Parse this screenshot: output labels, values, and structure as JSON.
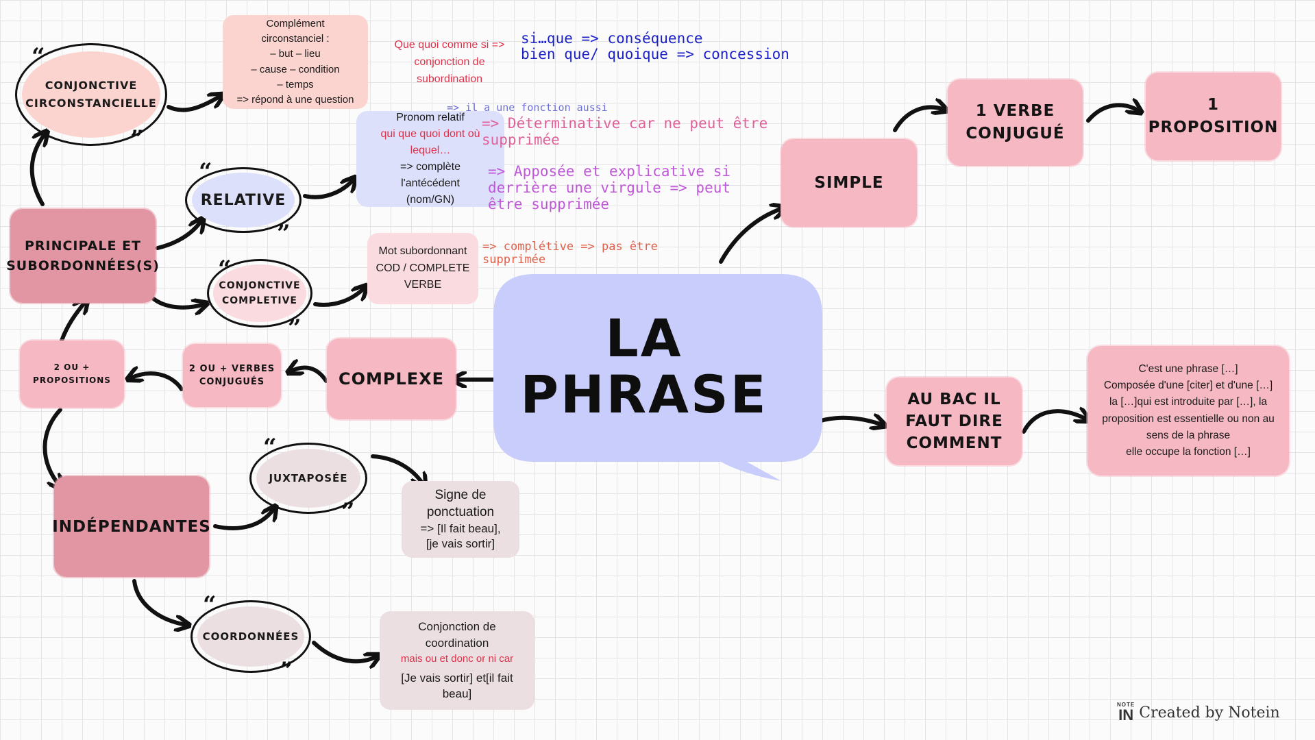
{
  "center": {
    "line1": "LA",
    "line2": "PHRASE",
    "color": "#c9cdfb"
  },
  "nodes": {
    "principale": {
      "line1": "PRINCIPALE ET",
      "line2": "SUBORDONNÉES(S)"
    },
    "complexe": "COMPLEXE",
    "deux_verbes": {
      "line1": "2 OU + VERBES",
      "line2": "CONJUGUÉS"
    },
    "deux_props": {
      "line1": "2 OU +",
      "line2": "PROPOSITIONS"
    },
    "independantes": "INDÉPENDANTES",
    "simple": "SIMPLE",
    "un_verbe": {
      "line1": "1 VERBE",
      "line2": "CONJUGUÉ"
    },
    "une_prop": {
      "line1": "1",
      "line2": "PROPOSITION"
    },
    "bac": {
      "line1": "AU BAC IL",
      "line2": "FAUT DIRE",
      "line3": "COMMENT"
    }
  },
  "ellipses": {
    "circonstancielle": {
      "line1": "CONJONCTIVE",
      "line2": "CIRCONSTANCIELLE"
    },
    "relative": "RELATIVE",
    "completive": {
      "line1": "CONJONCTIVE",
      "line2": "COMPLETIVE"
    },
    "juxtaposee": "JUXTAPOSÉE",
    "coordonnees": "COORDONNÉES"
  },
  "notes": {
    "circ": [
      "Complément",
      "circonstanciel :",
      "– but – lieu",
      "– cause – condition",
      "– temps",
      "=> répond à une question"
    ],
    "relatif": {
      "l1": "Pronom relatif",
      "l2": "qui que quoi dont où",
      "l3": "lequel…",
      "l4": "=> complète",
      "l5": "l'antécédent",
      "l6": "(nom/GN)"
    },
    "subordonnant": [
      "Mot subordonnant",
      "COD / COMPLETE",
      "VERBE"
    ],
    "ponctuation": [
      "Signe de",
      "ponctuation",
      "=> [Il fait beau],",
      "[je vais sortir]"
    ],
    "coordination": {
      "l1": "Conjonction de",
      "l2": "coordination",
      "l3": "mais ou et donc or ni car",
      "l4": "[Je vais sortir] et[il fait",
      "l5": "beau]"
    },
    "bac": [
      "C'est une phrase […]",
      "Composée d'une [citer] et d'une […]",
      "la […]qui  est introduite par […],  la",
      "proposition est essentielle ou non au",
      "sens de la phrase",
      "elle occupe la fonction […]"
    ]
  },
  "annotations": {
    "que_quoi": [
      "Que quoi comme si =>",
      "conjonction de",
      "subordination"
    ],
    "si_que": "si…que => conséquence",
    "bien_que": "bien que/ quoique => concession",
    "fonction": "=> il a une fonction aussi",
    "determinative_1": "=> Déterminative car ne peut être",
    "determinative_2": "supprimée",
    "apposee_1": "=> Apposée et explicative si",
    "apposee_2": "derrière une virgule => peut",
    "apposee_3": "être supprimée",
    "completive_1": "=> complétive => pas être",
    "completive_2": "supprimée"
  },
  "quote_open": "“",
  "quote_close": "”",
  "logo": {
    "mark_top": "NOTE",
    "mark": "IN",
    "text": "Created by Notein"
  },
  "colors": {
    "pink": "#f6b9c3",
    "dark_pink": "#e296a3",
    "lavender": "#c9cdfb",
    "annotation_red": "#e0304a",
    "annotation_blue": "#1d22c7",
    "annotation_pink": "#e0609a",
    "annotation_violet": "#c057d9"
  }
}
